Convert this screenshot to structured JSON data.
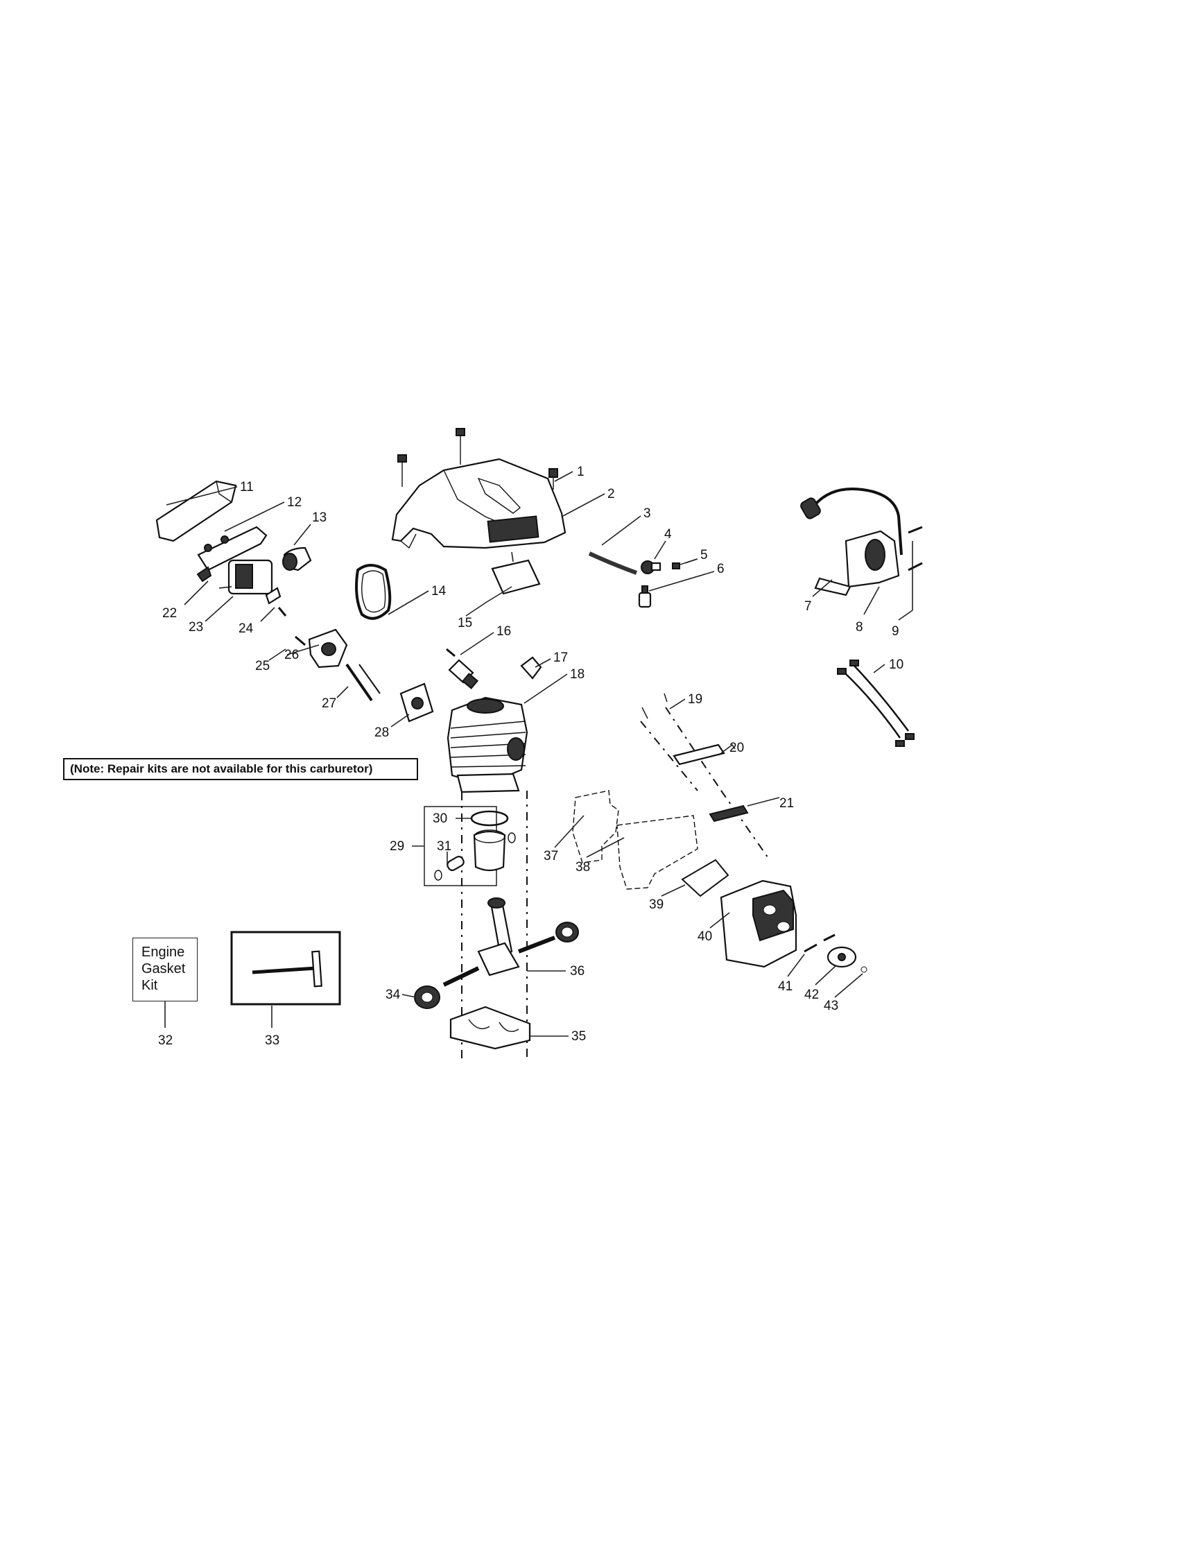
{
  "diagram": {
    "note": "(Note: Repair kits are not available for this carburetor)",
    "kit_box": [
      "Engine",
      "Gasket",
      "Kit"
    ],
    "callouts": [
      "1",
      "2",
      "3",
      "4",
      "5",
      "6",
      "7",
      "8",
      "9",
      "10",
      "11",
      "12",
      "13",
      "14",
      "15",
      "16",
      "17",
      "18",
      "19",
      "20",
      "21",
      "22",
      "23",
      "24",
      "25",
      "26",
      "27",
      "28",
      "29",
      "30",
      "31",
      "32",
      "33",
      "34",
      "35",
      "36",
      "37",
      "38",
      "39",
      "40",
      "41",
      "42",
      "43"
    ]
  },
  "icons": {
    "bolt": "bolt-icon",
    "tool": "t-wrench-icon",
    "ignition_coil": "ignition-coil-icon",
    "spark_plug": "spark-plug-icon",
    "cylinder": "cylinder-icon",
    "piston": "piston-icon",
    "crankshaft": "crankshaft-icon",
    "muffler": "muffler-icon",
    "carburetor": "carburetor-icon"
  }
}
